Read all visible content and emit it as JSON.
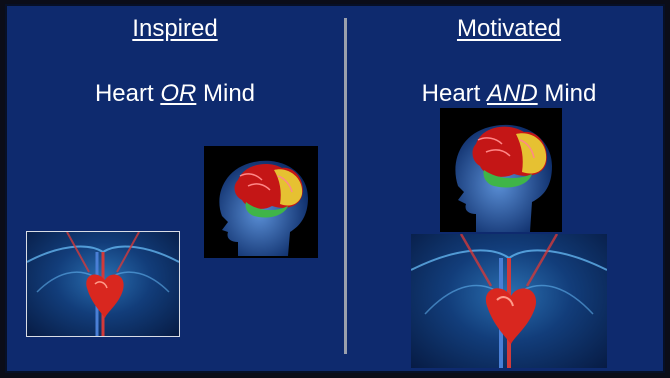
{
  "colors": {
    "slide_bg": "#0e2a6e",
    "divider": "#9aa0ad",
    "text": "#ffffff"
  },
  "left": {
    "title": "Inspired",
    "subtitle_part1": "Heart ",
    "subtitle_em": "OR",
    "subtitle_part2": " Mind",
    "images": [
      "brain-image",
      "heart-image"
    ]
  },
  "right": {
    "title": "Motivated",
    "subtitle_part1": "Heart ",
    "subtitle_em": "AND",
    "subtitle_part2": " Mind",
    "images": [
      "brain-image",
      "heart-image"
    ]
  }
}
